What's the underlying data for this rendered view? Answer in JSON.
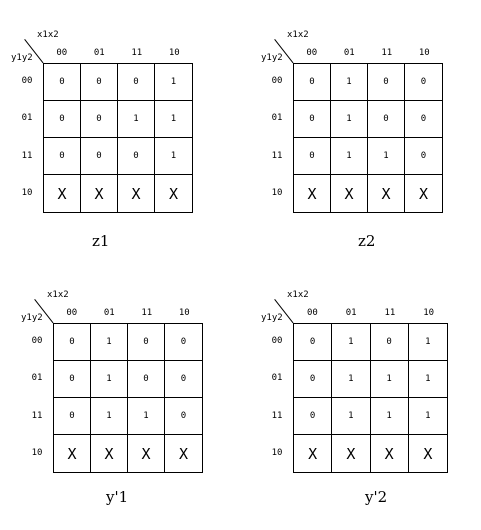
{
  "maps": [
    {
      "label": "z1",
      "col_var": "x1x2",
      "row_var": "y1y2",
      "col_headers": [
        "00",
        "01",
        "11",
        "10"
      ],
      "row_headers": [
        "00",
        "01",
        "11",
        "10"
      ],
      "cells": [
        [
          "0",
          "0",
          "0",
          "1"
        ],
        [
          "0",
          "0",
          "1",
          "1"
        ],
        [
          "0",
          "0",
          "0",
          "1"
        ],
        [
          "X",
          "X",
          "X",
          "X"
        ]
      ]
    },
    {
      "label": "z2",
      "col_var": "x1x2",
      "row_var": "y1y2",
      "col_headers": [
        "00",
        "01",
        "11",
        "10"
      ],
      "row_headers": [
        "00",
        "01",
        "11",
        "10"
      ],
      "cells": [
        [
          "0",
          "1",
          "0",
          "0"
        ],
        [
          "0",
          "1",
          "0",
          "0"
        ],
        [
          "0",
          "1",
          "1",
          "0"
        ],
        [
          "X",
          "X",
          "X",
          "X"
        ]
      ]
    },
    {
      "label": "y'1",
      "col_var": "x1x2",
      "row_var": "y1y2",
      "col_headers": [
        "00",
        "01",
        "11",
        "10"
      ],
      "row_headers": [
        "00",
        "01",
        "11",
        "10"
      ],
      "cells": [
        [
          "0",
          "1",
          "0",
          "0"
        ],
        [
          "0",
          "1",
          "0",
          "0"
        ],
        [
          "0",
          "1",
          "1",
          "0"
        ],
        [
          "X",
          "X",
          "X",
          "X"
        ]
      ]
    },
    {
      "label": "y'2",
      "col_var": "x1x2",
      "row_var": "y1y2",
      "col_headers": [
        "00",
        "01",
        "11",
        "10"
      ],
      "row_headers": [
        "00",
        "01",
        "11",
        "10"
      ],
      "cells": [
        [
          "0",
          "1",
          "0",
          "1"
        ],
        [
          "0",
          "1",
          "1",
          "1"
        ],
        [
          "0",
          "1",
          "1",
          "1"
        ],
        [
          "X",
          "X",
          "X",
          "X"
        ]
      ]
    }
  ]
}
